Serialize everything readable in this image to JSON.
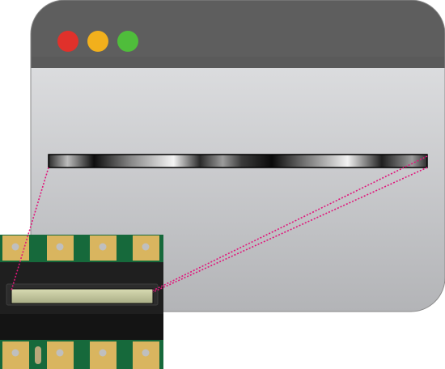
{
  "window": {
    "controls": [
      {
        "name": "close-button",
        "color": "#e0312b"
      },
      {
        "name": "minimize-button",
        "color": "#f2b01c"
      },
      {
        "name": "maximize-button",
        "color": "#4fbd3b"
      }
    ],
    "titlebar_color": "#5e5e5e",
    "body_color_top": "#e6e7e9",
    "body_color_bottom": "#b3b4b7"
  },
  "sensor_strip": {
    "description_icon": "linear-sensor-readout-strip",
    "gradient_stops": [
      {
        "offset": 0.0,
        "color": "#2b2b2b"
      },
      {
        "offset": 0.05,
        "color": "#bdbdbd"
      },
      {
        "offset": 0.12,
        "color": "#0d0d0d"
      },
      {
        "offset": 0.22,
        "color": "#8a8a8a"
      },
      {
        "offset": 0.33,
        "color": "#f4f4f4"
      },
      {
        "offset": 0.4,
        "color": "#2a2a2a"
      },
      {
        "offset": 0.46,
        "color": "#9c9c9c"
      },
      {
        "offset": 0.51,
        "color": "#3a3a3a"
      },
      {
        "offset": 0.59,
        "color": "#0a0a0a"
      },
      {
        "offset": 0.68,
        "color": "#777777"
      },
      {
        "offset": 0.79,
        "color": "#f2f2f2"
      },
      {
        "offset": 0.88,
        "color": "#1f1f1f"
      },
      {
        "offset": 0.96,
        "color": "#9a9a9a"
      },
      {
        "offset": 1.0,
        "color": "#2b2b2b"
      }
    ]
  },
  "chip": {
    "board_color": "#16693b",
    "body_color": "#1f1f1f",
    "pad_color": "#d9b55f",
    "window_color": "#c4c79b",
    "connector_color": "#e0157a"
  }
}
